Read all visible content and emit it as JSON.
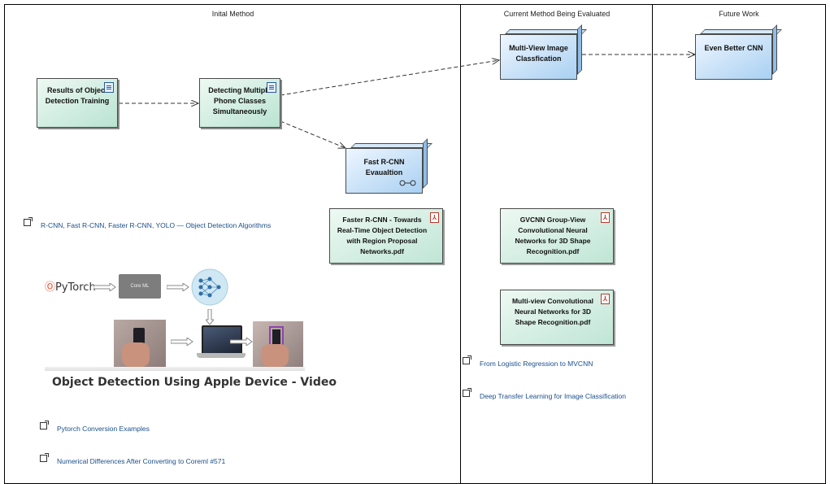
{
  "lanes": [
    {
      "header": "Inital Method"
    },
    {
      "header": "Current Method Being Evaluated"
    },
    {
      "header": "Future Work"
    }
  ],
  "nodes": {
    "results_training": "Results of Object Detection Training",
    "detecting_phone": "Detecting Multiple Phone Classes Simultaneously",
    "fast_rcnn": "Fast R-CNN Evaualtion",
    "multi_view": "Multi-View Image Classfication",
    "better_cnn": "Even Better CNN"
  },
  "notes": {
    "faster_rcnn_pdf": "Faster R-CNN - Towards Real-Time Object Detection with Region Proposal Networks.pdf",
    "gvcnn_pdf": "GVCNN Group-View Convolutional Neural Networks for 3D Shape Recognition.pdf",
    "mvcnn_pdf": "Multi-view Convolutional Neural Networks for 3D Shape Recognition.pdf"
  },
  "links": {
    "rcnn_algorithms": "R-CNN, Fast R-CNN, Faster R-CNN, YOLO — Object Detection Algorithms",
    "pytorch_conversion": "Pytorch Conversion Examples",
    "numerical_differences": "Numerical Differences After Converting to Coreml #571",
    "logistic_to_mvcnn": "From Logistic Regression to MVCNN",
    "deep_transfer": "Deep Transfer Learning for Image Classification"
  },
  "media": {
    "pytorch_logo": "PyTorch",
    "coreml_label": "Core ML",
    "video_title": "Object Detection Using Apple Device - Video"
  },
  "colors": {
    "green_node": "#b9e3d2",
    "blue_node": "#a9d0f2",
    "link_text": "#1a4f8c",
    "pdf_icon": "#c0392b"
  }
}
